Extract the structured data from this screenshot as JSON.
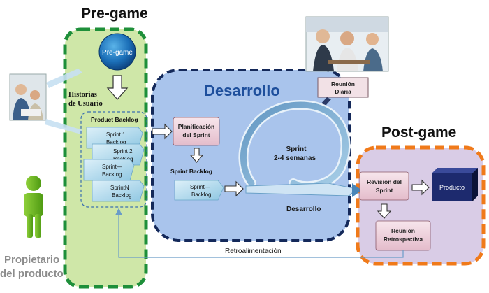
{
  "phases": {
    "pregame": "Pre-game",
    "desarrollo": "Desarrollo",
    "postgame": "Post-game"
  },
  "pregame_circle": "Pre-game",
  "historias": {
    "line1": "Historias",
    "line2": "de Usuario"
  },
  "product_backlog": {
    "title": "Product Backlog",
    "items": [
      {
        "line1": "Sprint 1",
        "line2": "Backlog"
      },
      {
        "line1": "Sprint 2",
        "line2": "Backlog"
      },
      {
        "line1": "Sprint—",
        "line2": "Backlog"
      },
      {
        "line1": "SprintN",
        "line2": "Backlog"
      }
    ]
  },
  "planificacion": {
    "line1": "Planificación",
    "line2": "del Sprint"
  },
  "sprint_backlog": {
    "title": "Sprint Backlog",
    "item": {
      "line1": "Sprint—",
      "line2": "Backlog"
    }
  },
  "reunion_diaria": {
    "line1": "Reunión",
    "line2": "Diaria"
  },
  "sprint_cycle": {
    "line1": "Sprint",
    "line2": "2-4 semanas"
  },
  "desarrollo_label": "Desarrollo",
  "revision": {
    "line1": "Revisión del",
    "line2": "Sprint"
  },
  "producto": "Producto",
  "retrospectiva": {
    "line1": "Reunión",
    "line2": "Retrospectiva"
  },
  "retroalimentacion": "Retroalimentación",
  "propietario": {
    "line1": "Propietario",
    "line2": "del producto"
  },
  "colors": {
    "pregame_fill": "#cfe7a8",
    "pregame_border": "#1e8f3a",
    "desarrollo_fill": "#a9c4ec",
    "desarrollo_border": "#14295a",
    "postgame_fill": "#d9cce6",
    "postgame_border": "#f07a1a",
    "pink_box": "#efd3dc",
    "backlog_card": "#b6dcee",
    "producto_cube": "#1d2a6e"
  }
}
